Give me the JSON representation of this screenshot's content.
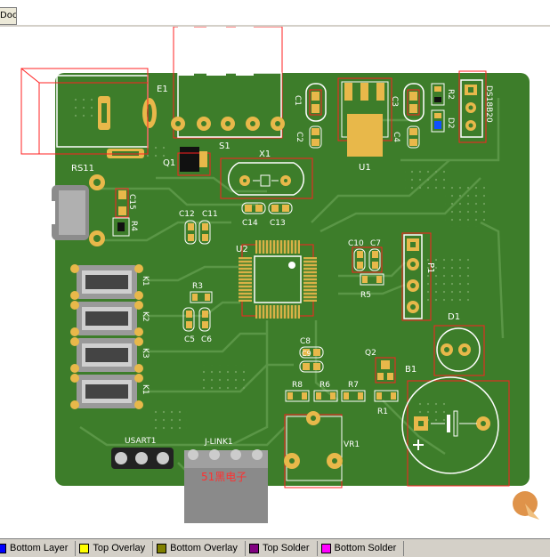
{
  "app": {
    "doc_tab_label": "Doc"
  },
  "layer_tabs": [
    {
      "label": "Bottom Layer",
      "color": "#0000ff"
    },
    {
      "label": "Top Overlay",
      "color": "#ffff00"
    },
    {
      "label": "Bottom Overlay",
      "color": "#808000"
    },
    {
      "label": "Top Solder",
      "color": "#800080"
    },
    {
      "label": "Bottom Solder",
      "color": "#ff00ff"
    }
  ],
  "colors": {
    "board": "#3d7d2a",
    "silk": "#ffffff",
    "pad": "#e8b84a",
    "courtyard": "#ff2020"
  },
  "designators": {
    "e1": "E1",
    "s1": "S1",
    "q1": "Q1",
    "x1": "X1",
    "rs11": "RS11",
    "c15": "C15",
    "r4": "R4",
    "c12": "C12",
    "c11": "C11",
    "c14": "C14",
    "c13": "C13",
    "u2": "U2",
    "c10": "C10",
    "c7": "C7",
    "r5": "R5",
    "p1": "P1",
    "d1": "D1",
    "r3": "R3",
    "c5": "C5",
    "c6": "C6",
    "k1a": "K1",
    "k2": "K2",
    "k3": "K3",
    "k1b": "K1",
    "c8": "C8",
    "c9": "C9",
    "r8": "R8",
    "r6": "R6",
    "r7": "R7",
    "q2": "Q2",
    "r1": "R1",
    "b1": "B1",
    "usart1": "USART1",
    "jlink1": "J-LINK1",
    "vr1": "VR1",
    "logo": "51黑电子",
    "c1": "C1",
    "c2": "C2",
    "u1": "U1",
    "c3": "C3",
    "c4": "C4",
    "r2": "R2",
    "d2": "D2",
    "ds18b20": "DS18B20"
  }
}
